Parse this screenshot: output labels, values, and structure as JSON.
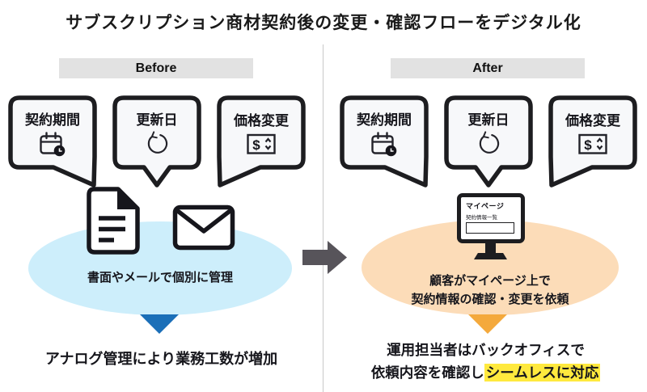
{
  "title": "サブスクリプション商材契約後の変更・確認フローをデジタル化",
  "before": {
    "header": "Before",
    "bubbles": [
      {
        "label": "契約期間",
        "icon": "calendar-clock-icon"
      },
      {
        "label": "更新日",
        "icon": "refresh-icon"
      },
      {
        "label": "価格変更",
        "icon": "price-change-icon"
      }
    ],
    "caption": "書面やメールで個別に管理",
    "result": "アナログ管理により業務工数が増加"
  },
  "after": {
    "header": "After",
    "bubbles": [
      {
        "label": "契約期間",
        "icon": "calendar-clock-icon"
      },
      {
        "label": "更新日",
        "icon": "refresh-icon"
      },
      {
        "label": "価格変更",
        "icon": "price-change-icon"
      }
    ],
    "monitor": {
      "title": "マイページ",
      "subtitle": "契約情報一覧"
    },
    "caption_line1": "顧客がマイページ上で",
    "caption_line2": "契約情報の確認・変更を依頼",
    "result_line1": "運用担当者はバックオフィスで",
    "result_line2_prefix": "依頼内容を確認し",
    "result_line2_highlight": "シームレスに対応"
  },
  "icons": {
    "dollar_glyph": "$"
  },
  "colors": {
    "before_ellipse": "#cdeefb",
    "after_ellipse": "#fcdcb8",
    "before_triangle": "#1b6fb8",
    "after_triangle": "#f4a93c",
    "highlight": "#ffe93e",
    "transition_arrow": "#57545a",
    "header_bg": "#e2e2e2"
  }
}
